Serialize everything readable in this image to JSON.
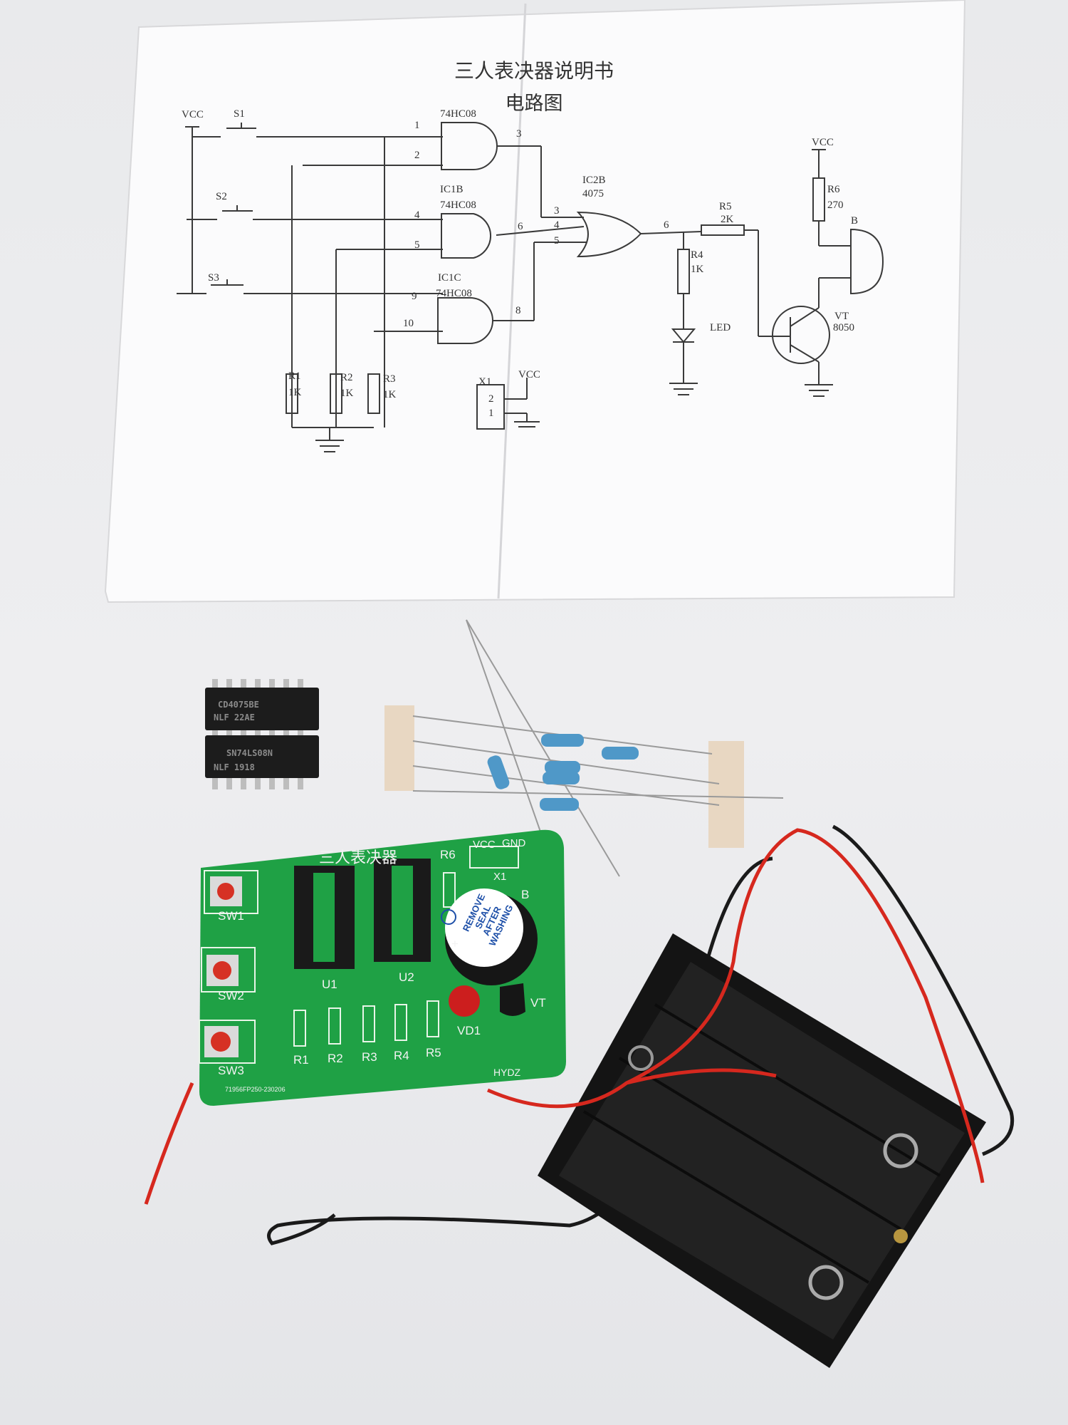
{
  "paper": {
    "title": "三人表决器说明书",
    "subtitle": "电路图",
    "labels": {
      "vcc_left": "VCC",
      "s1": "S1",
      "s2": "S2",
      "s3": "S3",
      "ic1a": "74HC08",
      "ic1b_name": "IC1B",
      "ic1b": "74HC08",
      "ic1c_name": "IC1C",
      "ic1c": "74HC08",
      "ic2b_name": "IC2B",
      "ic2b": "4075",
      "pin1": "1",
      "pin2": "2",
      "pin3": "3",
      "pin4": "4",
      "pin5": "5",
      "pin6": "6",
      "pin9": "9",
      "pin10": "10",
      "pin8": "8",
      "or_in3": "3",
      "or_in4": "4",
      "or_in5": "5",
      "or_out6": "6",
      "r1": "R1",
      "r1v": "1K",
      "r2": "R2",
      "r2v": "1K",
      "r3": "R3",
      "r3v": "1K",
      "r4": "R4",
      "r4v": "1K",
      "r5": "R5",
      "r5v": "2K",
      "r6": "R6",
      "r6v": "270",
      "vcc_right": "VCC",
      "buzzer": "B",
      "led": "LED",
      "vt": "VT",
      "vt_model": "8050",
      "x1": "X1",
      "x1_vcc": "VCC",
      "x1_p2": "2",
      "x1_p1": "1"
    }
  },
  "chips": {
    "top": {
      "line1": "CD4075BE",
      "line2": "NLF 22AE"
    },
    "bottom": {
      "line1": "SN74LS08N",
      "line2": "NLF 1918"
    }
  },
  "pcb": {
    "title": "三人表决器",
    "sw1": "SW1",
    "sw2": "SW2",
    "sw3": "SW3",
    "u1": "U1",
    "u2": "U2",
    "r6": "R6",
    "vcc": "VCC",
    "gnd": "GND",
    "x1": "X1",
    "b": "B",
    "r1": "R1",
    "r2": "R2",
    "r3": "R3",
    "r4": "R4",
    "r5": "R5",
    "vd1": "VD1",
    "vt": "VT",
    "brand": "HYDZ",
    "code": "71956FP250-230206",
    "plus": "+"
  },
  "buzzer_sticker": {
    "line1": "REMOVE",
    "line2": "SEAL",
    "line3": "AFTER",
    "line4": "WASHING"
  },
  "colors": {
    "pcb_green": "#1fa145",
    "resistor_blue": "#4f98c8",
    "red_wire": "#d6281e",
    "black_wire": "#1a1a1a",
    "battery_holder": "#141414",
    "paper": "#fbfbfc"
  }
}
